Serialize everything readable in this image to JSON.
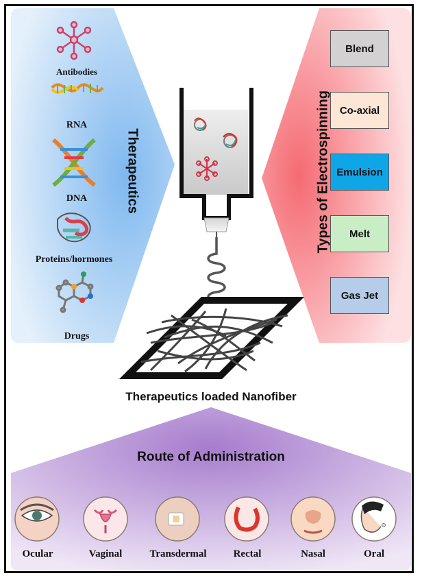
{
  "therapeutics": {
    "heading": "Therapeutics",
    "items": [
      {
        "label": "Antibodies",
        "icon": "antibody-icon"
      },
      {
        "label": "RNA",
        "icon": "rna-icon"
      },
      {
        "label": "DNA",
        "icon": "dna-icon"
      },
      {
        "label": "Proteins/hormones",
        "icon": "protein-icon"
      },
      {
        "label": "Drugs",
        "icon": "drug-molecule-icon"
      }
    ]
  },
  "electrospinning": {
    "heading": "Types of Electrospinning",
    "types": [
      {
        "label": "Blend",
        "color": "#d3d1d1"
      },
      {
        "label": "Co-axial",
        "color": "#fde6d6"
      },
      {
        "label": "Emulsion",
        "color": "#0fa6e8"
      },
      {
        "label": "Melt",
        "color": "#c9eec6"
      },
      {
        "label": "Gas Jet",
        "color": "#b6cdea"
      }
    ]
  },
  "center": {
    "caption": "Therapeutics loaded Nanofiber"
  },
  "route": {
    "heading": "Route of Administration",
    "items": [
      {
        "label": "Ocular",
        "icon": "eye-icon"
      },
      {
        "label": "Vaginal",
        "icon": "uterus-icon"
      },
      {
        "label": "Transdermal",
        "icon": "skin-patch-icon"
      },
      {
        "label": "Rectal",
        "icon": "colon-icon"
      },
      {
        "label": "Nasal",
        "icon": "nose-icon"
      },
      {
        "label": "Oral",
        "icon": "mouth-icon"
      }
    ]
  },
  "colors": {
    "left_panel": "#9ccaf2",
    "right_panel": "#f58e94",
    "bottom_panel": "#c7a9dd"
  }
}
